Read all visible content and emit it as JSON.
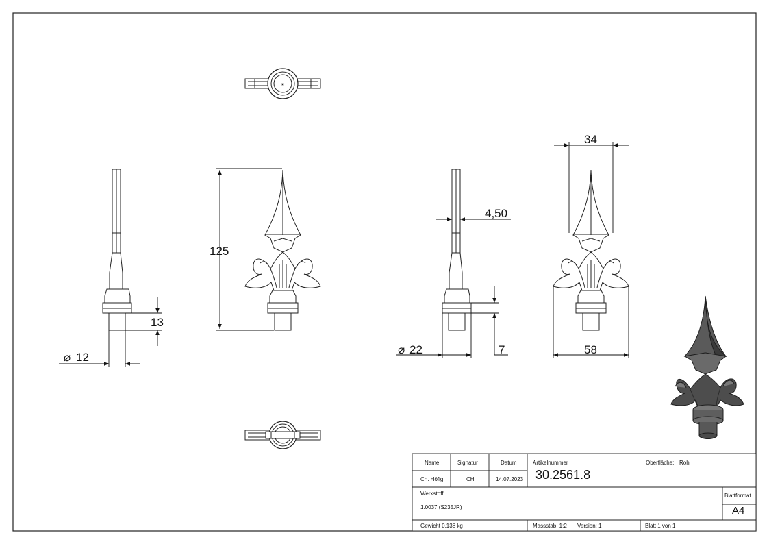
{
  "dimensions": {
    "d1": "125",
    "d2": "13",
    "d3": "12",
    "d4": "4,50",
    "d5": "34",
    "d6": "22",
    "d7": "7",
    "d8": "58",
    "dia_symbol": "⌀"
  },
  "title_block": {
    "name_label": "Name",
    "signature_label": "Signatur",
    "date_label": "Datum",
    "article_label": "Artikelnummer",
    "surface_label": "Oberfläche:",
    "surface_value": "Roh",
    "name_value": "Ch. Höfig",
    "signature_value": "CH",
    "date_value": "14.07.2023",
    "article_number": "30.2561.8",
    "material_label": "Werkstoff:",
    "material_value": "1.0037 (S235JR)",
    "format_label": "Blattformat",
    "format_value": "A4",
    "weight": "Gewicht 0.138 kg",
    "scale": "Massstab: 1:2",
    "version": "Version: 1",
    "sheet": "Blatt 1 von 1"
  }
}
